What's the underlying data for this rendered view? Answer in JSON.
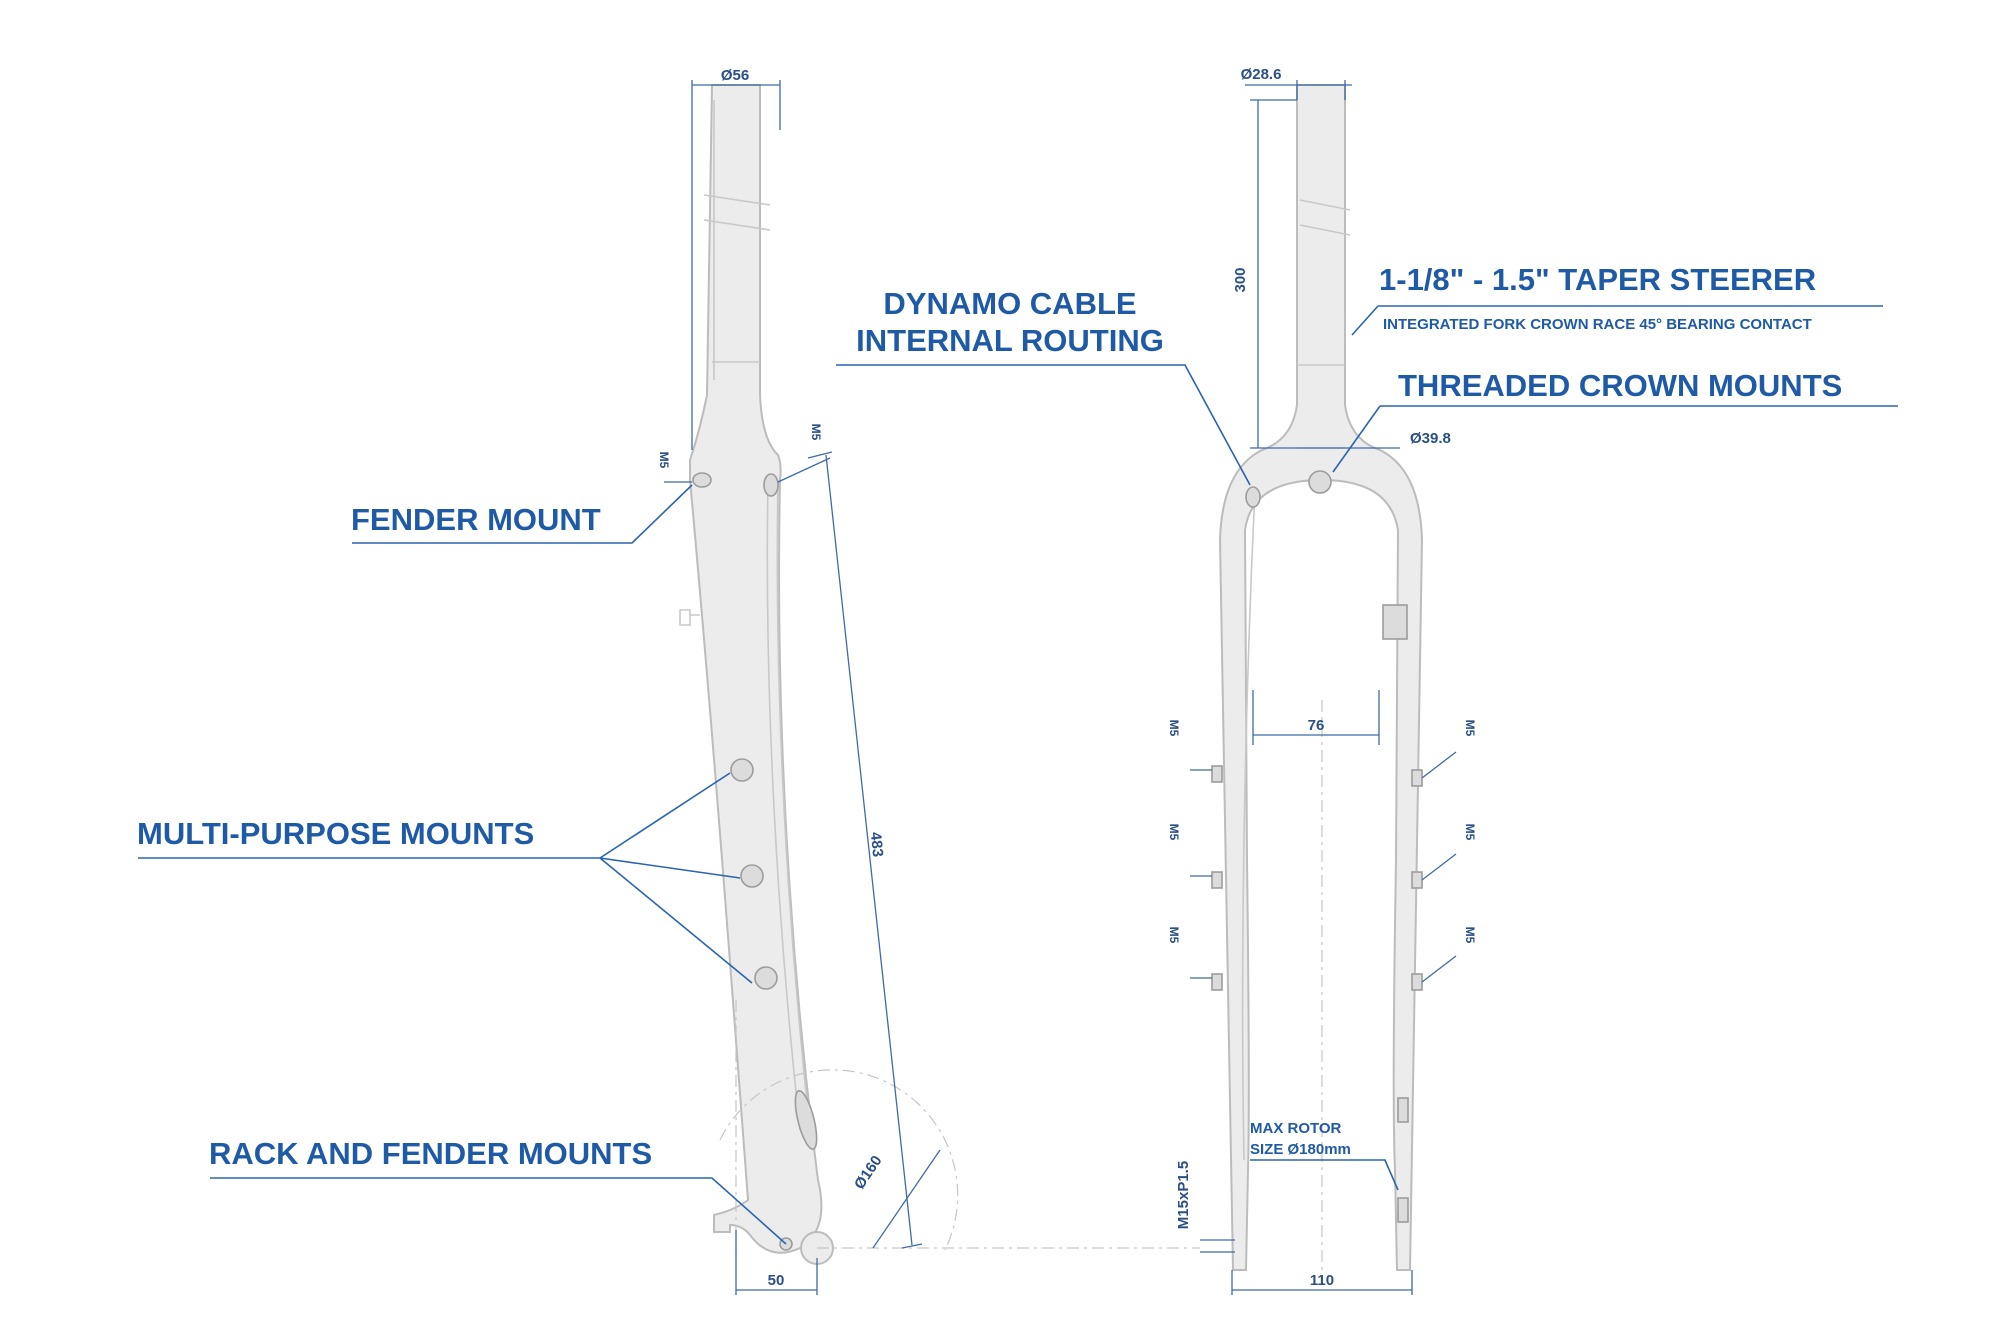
{
  "callouts": {
    "fender_mount": "FENDER MOUNT",
    "multi_purpose_mounts": "MULTI-PURPOSE MOUNTS",
    "rack_fender_mounts": "RACK AND FENDER MOUNTS",
    "dynamo_line1": "DYNAMO CABLE",
    "dynamo_line2": "INTERNAL ROUTING",
    "taper_steerer": "1-1/8\" - 1.5\" TAPER STEERER",
    "crown_race": "INTEGRATED FORK CROWN RACE 45° BEARING CONTACT",
    "threaded_crown": "THREADED CROWN MOUNTS",
    "rotor_line1": "MAX ROTOR",
    "rotor_line2": "SIZE Ø180mm"
  },
  "dimensions": {
    "steerer_dia_bottom": "Ø56",
    "steerer_dia_top": "Ø28.6",
    "steerer_length": "300",
    "crown_dia": "Ø39.8",
    "fork_length": "483",
    "rotor_radius": "Ø160",
    "offset": "50",
    "tire_clearance": "76",
    "hub_spacing": "110",
    "axle": "M15xP1.5",
    "thread": "M5"
  },
  "colors": {
    "callout": "#1f5aa6",
    "dimension": "#2a4f86",
    "fork_fill": "#ececec",
    "fork_outline": "#bcbcbc"
  }
}
